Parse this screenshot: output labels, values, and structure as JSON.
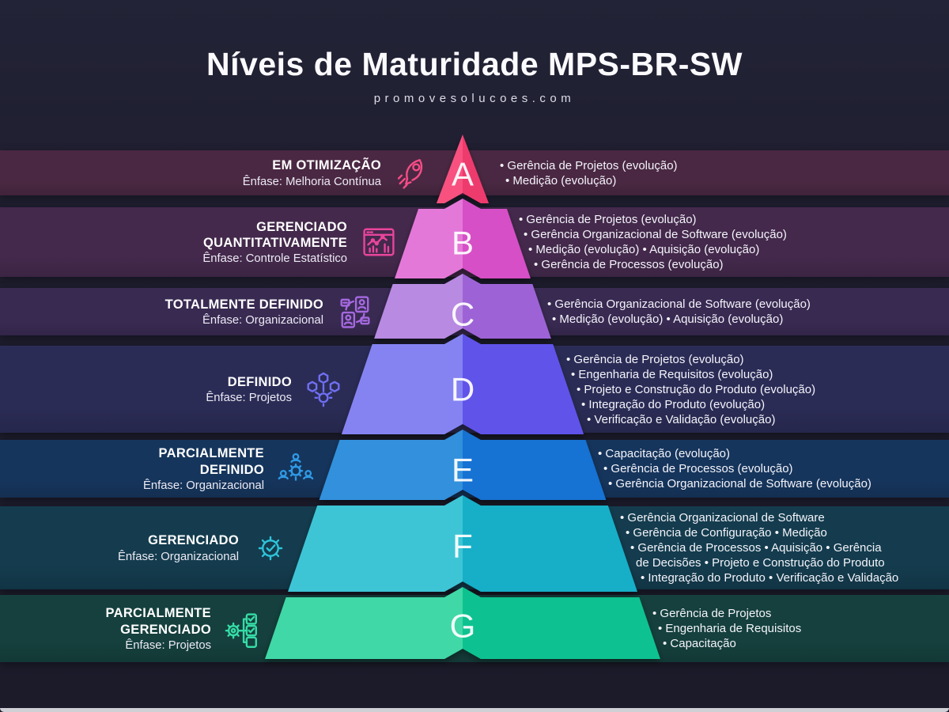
{
  "header": {
    "title": "Níveis de Maturidade MPS-BR-SW",
    "website": "promovesolucoes.com"
  },
  "levels": [
    {
      "letter": "A",
      "label": "EM OTIMIZAÇÃO",
      "emphasis": "Ênfase: Melhoria Contínua",
      "icon": "rocket-icon",
      "colors": {
        "left": "#f8517f",
        "right": "#ee3a6e",
        "stripe": "#4a2843",
        "accent": "#f64d86"
      },
      "items": [
        "• Gerência de Projetos (evolução)",
        "• Medição (evolução)"
      ]
    },
    {
      "letter": "B",
      "label": "GERENCIADO\nQUANTITATIVAMENTE",
      "emphasis": "Ênfase: Controle Estatístico",
      "icon": "analytics-chart-icon",
      "colors": {
        "left": "#e478d8",
        "right": "#d650c6",
        "stripe": "#44294c",
        "accent": "#e8459c"
      },
      "items": [
        "• Gerência de Projetos (evolução)",
        "• Gerência Organizacional de Software (evolução)",
        "• Medição (evolução) • Aquisição (evolução)",
        "• Gerência de Processos (evolução)"
      ]
    },
    {
      "letter": "C",
      "label": "TOTALMENTE DEFINIDO",
      "emphasis": "Ênfase: Organizacional",
      "icon": "org-people-icon",
      "colors": {
        "left": "#b88ae2",
        "right": "#9d64d6",
        "stripe": "#392a52",
        "accent": "#a569e0"
      },
      "items": [
        "• Gerência Organizacional de Software (evolução)",
        "• Medição (evolução) • Aquisição (evolução)"
      ]
    },
    {
      "letter": "D",
      "label": "DEFINIDO",
      "emphasis": "Ênfase: Projetos",
      "icon": "cubes-gear-icon",
      "colors": {
        "left": "#8583f2",
        "right": "#6153ea",
        "stripe": "#2b2c56",
        "accent": "#6f6ff2"
      },
      "items": [
        "• Gerência de Projetos (evolução)",
        "• Engenharia de Requisitos (evolução)",
        "• Projeto e Construção do Produto (evolução)",
        "• Integração do Produto (evolução)",
        "• Verificação e Validação (evolução)"
      ]
    },
    {
      "letter": "E",
      "label": "PARCIALMENTE\nDEFINIDO",
      "emphasis": "Ênfase: Organizacional",
      "icon": "team-process-icon",
      "colors": {
        "left": "#3390dc",
        "right": "#1472d3",
        "stripe": "#16355c",
        "accent": "#2f9ae6"
      },
      "items": [
        "• Capacitação (evolução)",
        "• Gerência de Processos (evolução)",
        "• Gerência Organizacional de Software (evolução)"
      ]
    },
    {
      "letter": "F",
      "label": "GERENCIADO",
      "emphasis": "Ênfase: Organizacional",
      "icon": "gear-check-icon",
      "colors": {
        "left": "#3cc5d6",
        "right": "#12afc7",
        "stripe": "#143c4e",
        "accent": "#2fc3da"
      },
      "items": [
        "• Gerência Organizacional de Software",
        "• Gerência de Configuração • Medição",
        "• Gerência de Processos  • Aquisição • Gerência",
        "de Decisões  • Projeto e Construção do Produto",
        "• Integração do Produto  • Verificação e Validação"
      ]
    },
    {
      "letter": "G",
      "label": "PARCIALMENTE\nGERENCIADO",
      "emphasis": "Ênfase: Projetos",
      "icon": "gear-checklist-icon",
      "colors": {
        "left": "#40d8a6",
        "right": "#11c290",
        "stripe": "#15403d",
        "accent": "#35dca6"
      },
      "items": [
        "• Gerência de Projetos",
        "• Engenharia de Requisitos",
        "• Capacitação"
      ]
    }
  ]
}
